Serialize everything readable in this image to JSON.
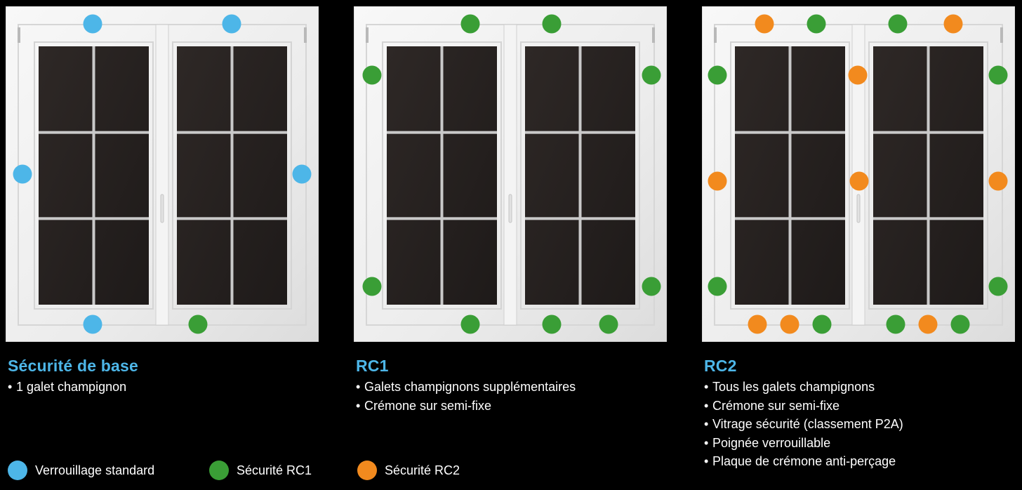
{
  "colors": {
    "standard": "#4db6e8",
    "rc1": "#3a9e36",
    "rc2": "#f28a1e"
  },
  "panels": [
    {
      "title": "Sécurité de base",
      "title_color": "#4db6e8",
      "bullets": [
        "1 galet champignon"
      ],
      "locks": [
        "standard",
        "standard",
        "standard",
        "standard",
        "standard",
        "rc1"
      ]
    },
    {
      "title": "RC1",
      "title_color": "#4db6e8",
      "bullets": [
        "Galets champignons supplémentaires",
        "Crémone sur semi-fixe"
      ],
      "locks": [
        "rc1",
        "rc1",
        "rc1",
        "rc1",
        "rc1",
        "rc1",
        "rc1",
        "rc1",
        "rc1"
      ]
    },
    {
      "title": "RC2",
      "title_color": "#4db6e8",
      "bullets": [
        "Tous les galets champignons",
        "Crémone sur semi-fixe",
        "Vitrage sécurité (classement P2A)",
        "Poignée verrouillable",
        "Plaque de crémone anti-perçage"
      ],
      "locks": [
        "rc2",
        "rc1",
        "rc1",
        "rc2",
        "rc1",
        "rc2",
        "rc1",
        "rc2",
        "rc2",
        "rc2",
        "rc1",
        "rc1",
        "rc2",
        "rc2",
        "rc1",
        "rc1",
        "rc2",
        "rc1"
      ]
    }
  ],
  "legend": [
    {
      "key": "standard",
      "label": "Verrouillage standard"
    },
    {
      "key": "rc1",
      "label": "Sécurité RC1"
    },
    {
      "key": "rc2",
      "label": "Sécurité RC2"
    }
  ]
}
